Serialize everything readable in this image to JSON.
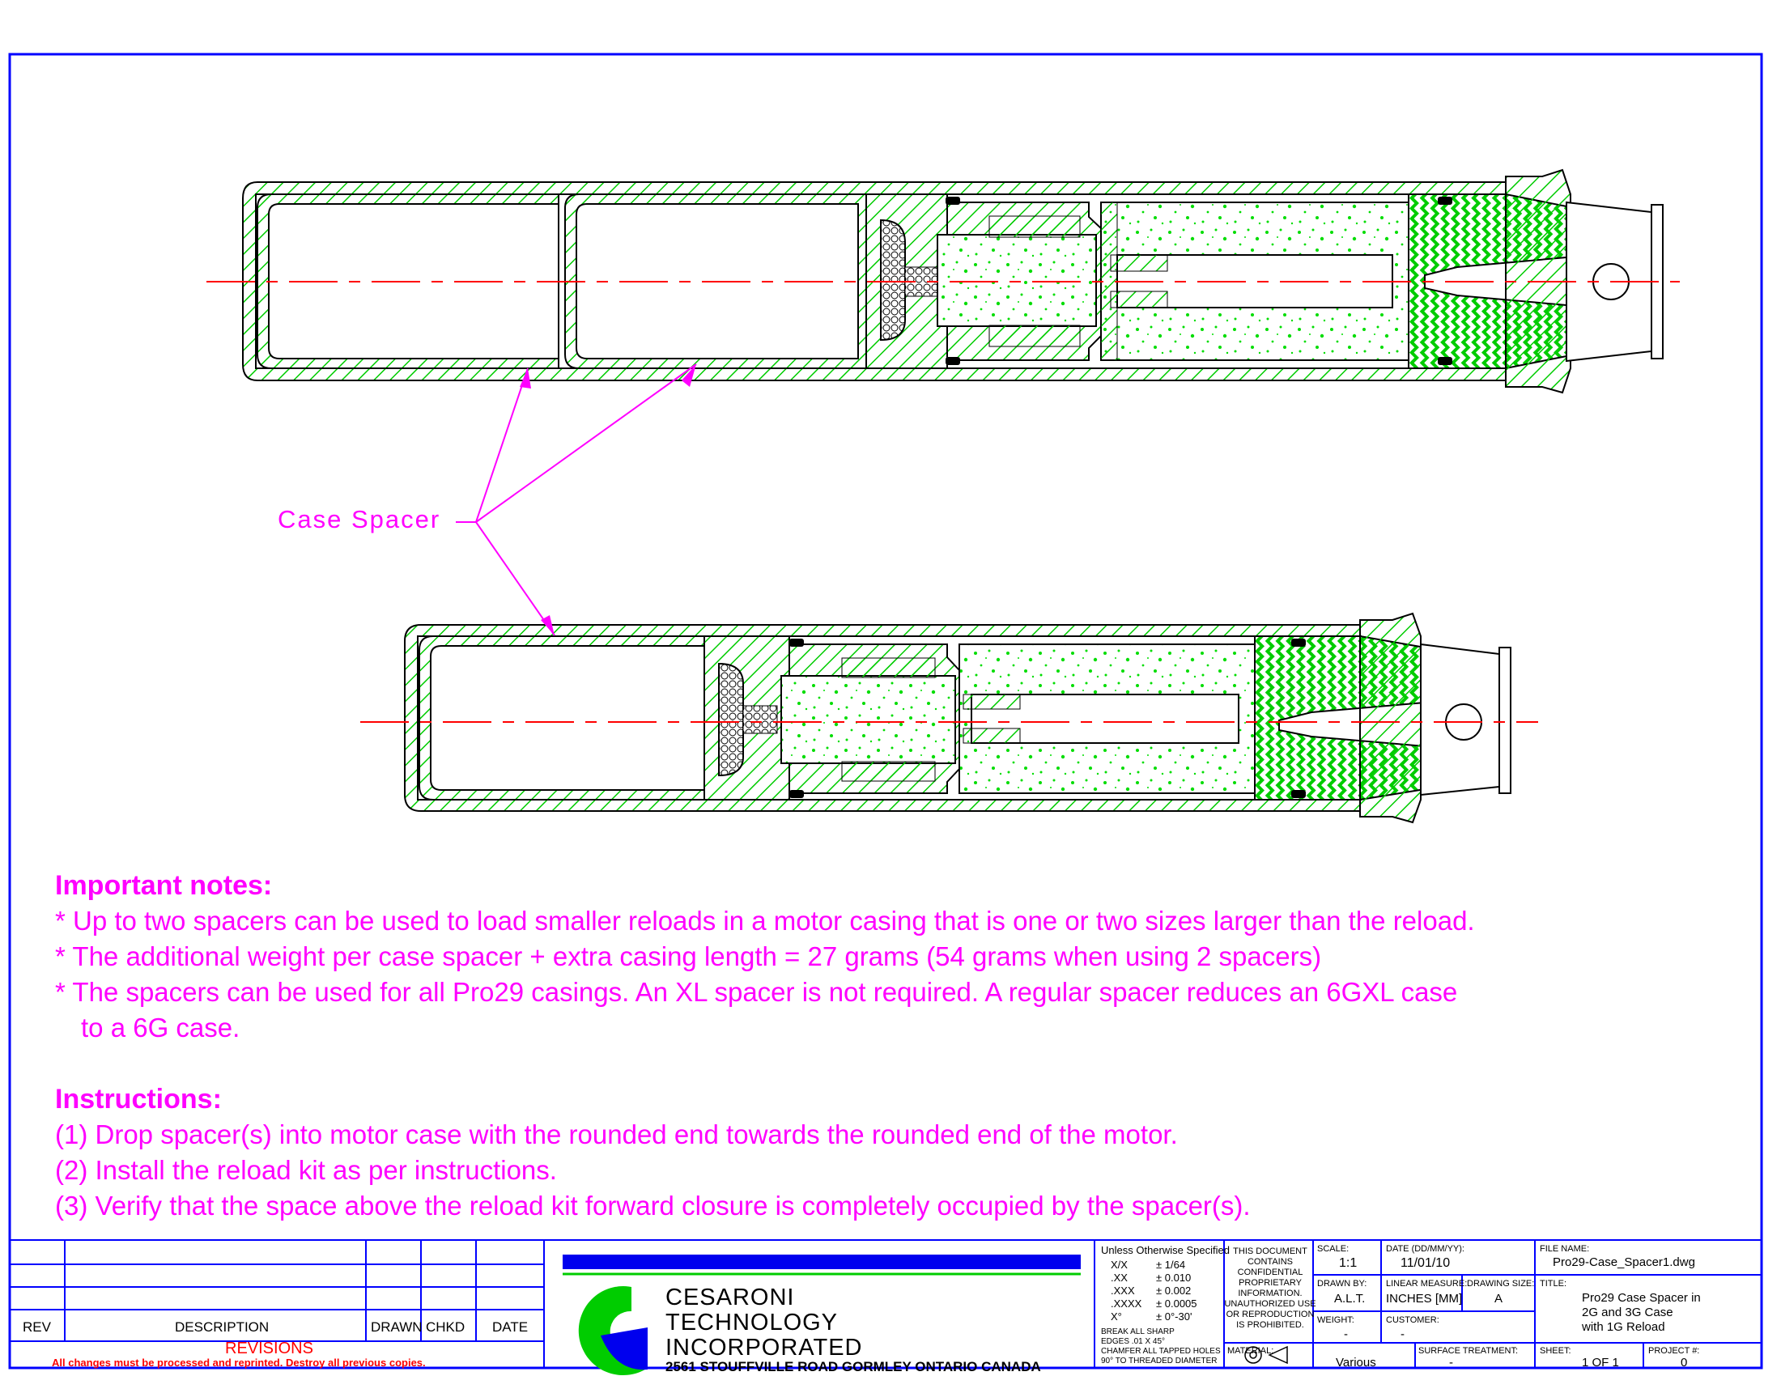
{
  "callout": {
    "label": "Case Spacer"
  },
  "notes": {
    "heading": "Important notes:",
    "items": [
      "* Up to two spacers can be used to load smaller reloads in a motor casing that is one or two sizes larger than the reload.",
      "* The additional weight per case spacer + extra casing length = 27 grams (54 grams when using 2 spacers)",
      "* The spacers can be used for all Pro29 casings. An XL spacer is not required. A regular spacer reduces an 6GXL case",
      "to a 6G case."
    ]
  },
  "instructions": {
    "heading": "Instructions:",
    "items": [
      "(1) Drop spacer(s) into motor case with the rounded end towards the rounded end of the motor.",
      "(2) Install the reload kit as per instructions.",
      "(3) Verify that the space above the reload kit forward closure is completely occupied by the spacer(s)."
    ]
  },
  "revisions": {
    "rev": "REV",
    "description": "DESCRIPTION",
    "drawn": "DRAWN",
    "chkd": "CHKD",
    "date": "DATE",
    "title": "REVISIONS",
    "note": "All changes must be processed and reprinted. Destroy all previous copies."
  },
  "company": {
    "line1": "CESARONI",
    "line2": "TECHNOLOGY",
    "line3": "INCORPORATED",
    "address": "2561 STOUFFVILLE ROAD GORMLEY ONTARIO CANADA"
  },
  "tolerances": {
    "heading": "Unless Otherwise Specified",
    "rows": [
      {
        "k": "X/X",
        "v": "± 1/64"
      },
      {
        "k": ".XX",
        "v": "± 0.010"
      },
      {
        "k": ".XXX",
        "v": "± 0.002"
      },
      {
        "k": ".XXXX",
        "v": "± 0.0005"
      },
      {
        "k": "X°",
        "v": "± 0°-30'"
      }
    ],
    "footer1": "BREAK ALL SHARP",
    "footer2": "EDGES .01 X 45°",
    "footer3": "CHAMFER ALL TAPPED HOLES",
    "footer4": "90° TO THREADED DIAMETER"
  },
  "confidential": [
    "THIS DOCUMENT",
    "CONTAINS",
    "CONFIDENTIAL",
    "PROPRIETARY",
    "INFORMATION.",
    "UNAUTHORIZED USE",
    "OR REPRODUCTION",
    "IS PROHIBITED."
  ],
  "titleblock": {
    "scale_label": "SCALE:",
    "scale": "1:1",
    "date_label": "DATE (DD/MM/YY):",
    "date": "11/01/10",
    "file_label": "FILE NAME:",
    "file": "Pro29-Case_Spacer1.dwg",
    "drawn_label": "DRAWN BY:",
    "drawn": "A.L.T.",
    "linear_label": "LINEAR MEASURE:",
    "linear": "INCHES [MM]",
    "size_label": "DRAWING SIZE:",
    "size": "A",
    "title_label": "TITLE:",
    "title1": "Pro29 Case Spacer in",
    "title2": "2G and 3G Case",
    "title3": "with 1G Reload",
    "weight_label": "WEIGHT:",
    "weight": "-",
    "customer_label": "CUSTOMER:",
    "customer": "-",
    "material_label": "MATERIAL:",
    "material": "Various",
    "surface_label": "SURFACE TREATMENT:",
    "surface": "-",
    "sheet_label": "SHEET:",
    "sheet": "1 OF 1",
    "project_label": "PROJECT #:",
    "project": "0"
  },
  "colors": {
    "frame": "#0000ff",
    "hatch": "#00dd00",
    "callout": "#ff00ff",
    "centerline": "#ff0000",
    "logo_blue": "#0000ee",
    "logo_green": "#00cc00"
  }
}
